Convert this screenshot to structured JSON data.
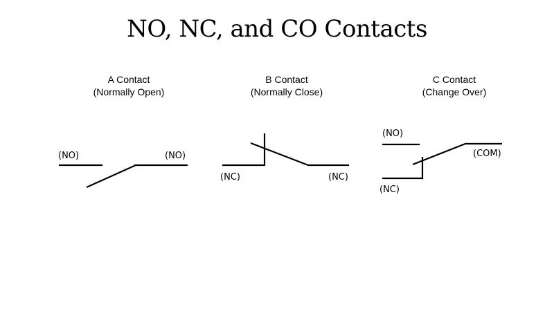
{
  "title": "NO, NC, and CO Contacts",
  "contacts": [
    {
      "name": "A Contact",
      "desc": "(Normally Open)",
      "left_label": "(NO)",
      "right_label": "(NO)"
    },
    {
      "name": "B Contact",
      "desc": "(Normally Close)",
      "left_label": "(NC)",
      "right_label": "(NC)"
    },
    {
      "name": "C Contact",
      "desc": "(Change Over)",
      "no_label": "(NO)",
      "nc_label": "(NC)",
      "com_label": "(COM)"
    }
  ]
}
